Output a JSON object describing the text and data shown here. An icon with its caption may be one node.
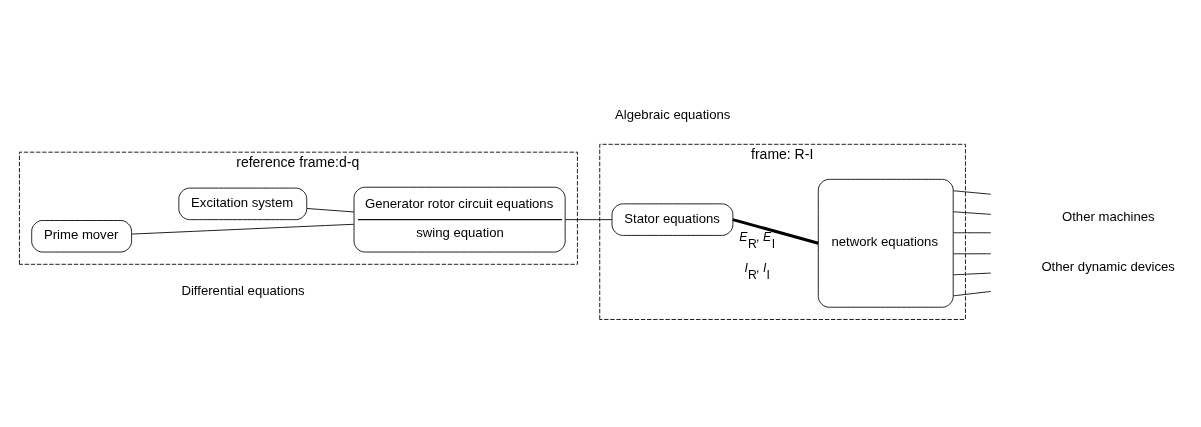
{
  "diagram": {
    "nodes": [
      {
        "text": [
          "reference frame:d-q"
        ]
      },
      {
        "text": [
          "Excitation system"
        ],
        "in": 0
      },
      {
        "text": [
          "Prime mover"
        ],
        "in": 0
      },
      {
        "text": [
          "Generator rotor circuit equations",
          "swing equation"
        ],
        "in": 0
      },
      {
        "text": [
          "frame: R-I"
        ]
      },
      {
        "text": [
          "Stator equations"
        ],
        "in": 4
      },
      {
        "text": [
          "network equations"
        ],
        "in": 4
      }
    ],
    "edges": [
      {
        "from": 1,
        "to": 3,
        "arrow": "none"
      },
      {
        "from": 2,
        "to": 3,
        "arrow": "none"
      },
      {
        "from": 3,
        "to": 5,
        "arrow": "none"
      },
      {
        "from": 5,
        "to": 6,
        "arrow": "none",
        "style": "thick",
        "label": "*E*$_{R}$, *E*$_{I}$ *I*$_{R}$, *I*$_{I}$"
      },
      {
        "from": 6,
        "to": null,
        "arrow": "none"
      },
      {
        "from": 6,
        "to": null,
        "arrow": "none"
      },
      {
        "from": 6,
        "to": null,
        "arrow": "none"
      },
      {
        "from": 6,
        "to": null,
        "arrow": "none"
      },
      {
        "from": 6,
        "to": null,
        "arrow": "none"
      },
      {
        "from": 6,
        "to": null,
        "arrow": "none"
      }
    ],
    "labels": [
      "Other machines",
      "Other dynamic devices",
      "Differential equations",
      "Algebraic equations"
    ]
  }
}
